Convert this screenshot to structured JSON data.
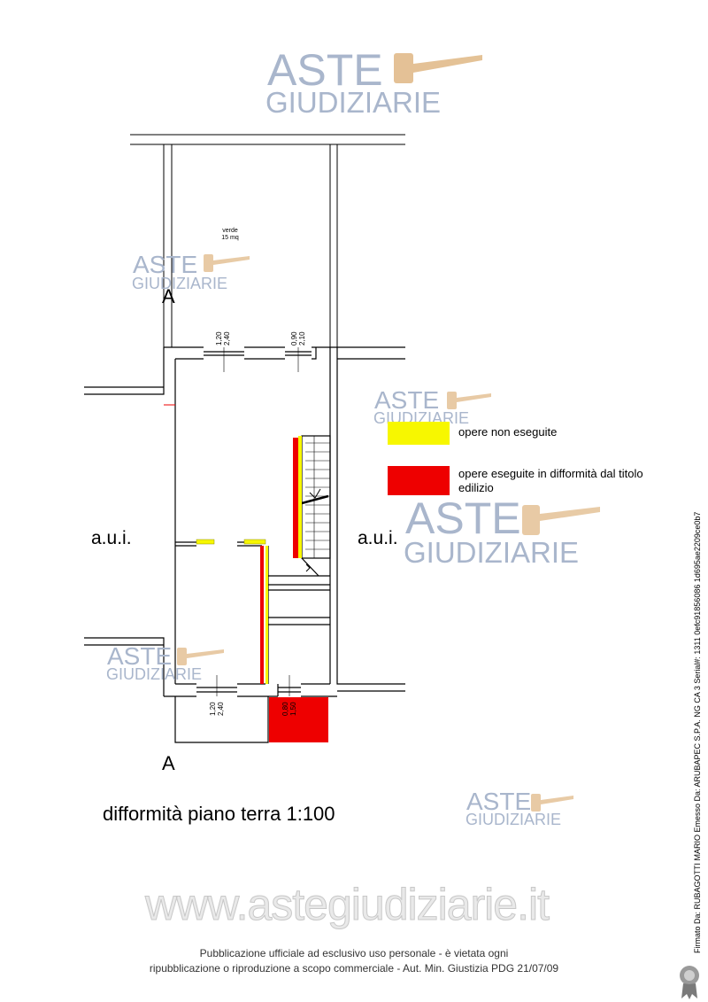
{
  "watermark": {
    "line1": "ASTE",
    "line2": "GIUDIZIARIE"
  },
  "plan": {
    "garden_label": "verde",
    "garden_area": "15 mq",
    "section_top": "A",
    "section_bottom": "A",
    "left_unit": "a.u.i.",
    "right_unit": "a.u.i.",
    "dims": {
      "window_top_left_w": "1,20",
      "window_top_left_h": "2,40",
      "window_top_right_w": "0,90",
      "window_top_right_h": "2,10",
      "window_bottom_left_w": "1,20",
      "window_bottom_left_h": "2,40",
      "window_bottom_right_w": "0,80",
      "window_bottom_right_h": "1,50"
    }
  },
  "legend": {
    "items": [
      {
        "color": "#f7f700",
        "label": "opere non eseguite"
      },
      {
        "color": "#ee0000",
        "label": "opere eseguite in difformità dal titolo edilizio"
      }
    ]
  },
  "title": "difformità piano terra  1:100",
  "website": "www.astegiudiziarie.it",
  "footer": {
    "line1": "Pubblicazione ufficiale ad esclusivo uso personale - è vietata ogni",
    "line2": "ripubblicazione o riproduzione a scopo commerciale - Aut. Min. Giustizia PDG 21/07/09"
  },
  "signature": "Firmato Da: RUBAGOTTI MARIO Emesso Da: ARUBAPEC S.P.A. NG CA 3 Serial#: 1311 0efc91856086 1d695ae2209ce0b7",
  "colors": {
    "yellow": "#f7f700",
    "red": "#ee0000",
    "watermark": "#a9b6cc",
    "gavel": "#d9a86a"
  }
}
